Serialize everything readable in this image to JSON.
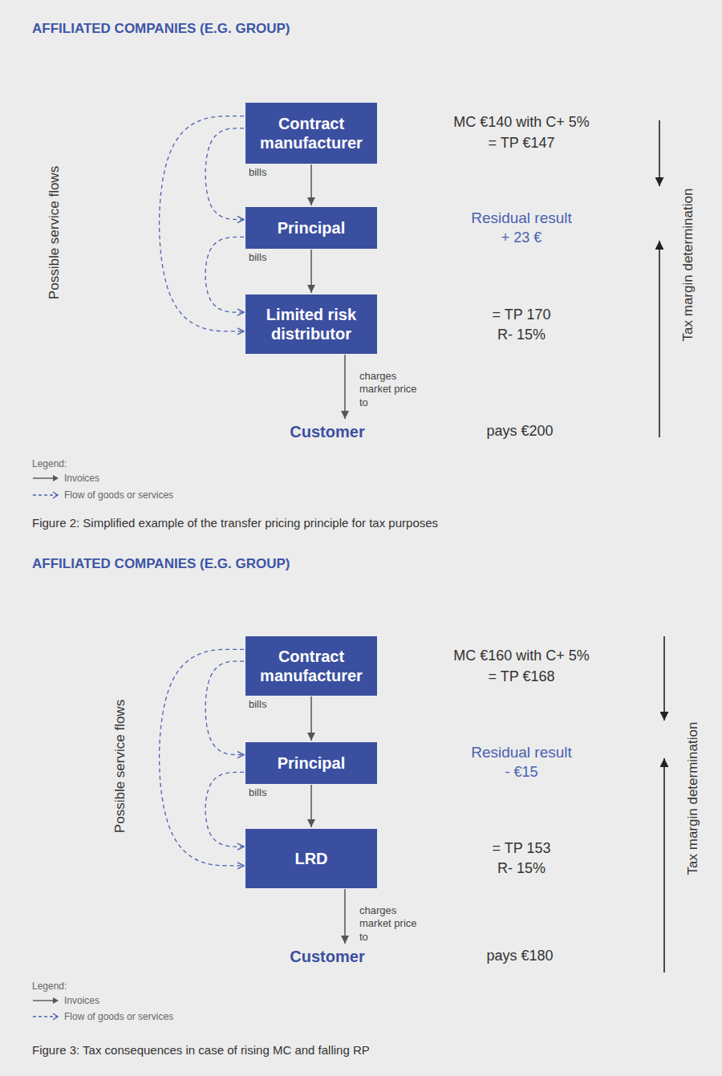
{
  "diagram": {
    "title": "AFFILIATED COMPANIES (E.G. GROUP)",
    "caption": "Figure 2: Simplified example of the transfer pricing principle for tax purposes",
    "nodes": [
      {
        "text": [
          "Contract manufacturer"
        ]
      },
      {
        "text": [
          "Principal"
        ]
      },
      {
        "text": [
          "Limited risk distributor"
        ]
      },
      {
        "text": [
          "Customer"
        ]
      },
      {
        "text": [
          "Contract manufacturer"
        ]
      },
      {
        "text": [
          "Principal"
        ]
      },
      {
        "text": [
          "LRD"
        ]
      },
      {
        "text": [
          "Customer"
        ]
      }
    ],
    "edges": [
      {
        "from": 0,
        "to": 1,
        "label": "bills",
        "arrow": "to"
      },
      {
        "from": 1,
        "to": 2,
        "label": "bills",
        "arrow": "to"
      },
      {
        "from": 2,
        "to": 3,
        "label": "charges market price to",
        "arrow": "to"
      },
      {
        "from": 0,
        "to": 1,
        "arrow": "to"
      },
      {
        "from": 0,
        "to": 2,
        "arrow": "to"
      },
      {
        "from": 1,
        "to": 2,
        "arrow": "to"
      },
      {
        "from": 4,
        "to": 5,
        "label": "bills",
        "arrow": "to"
      },
      {
        "from": 5,
        "to": 6,
        "label": "bills",
        "arrow": "to"
      },
      {
        "from": 6,
        "to": 7,
        "label": "charges market price to",
        "arrow": "to"
      },
      {
        "from": 4,
        "to": 5,
        "arrow": "to"
      },
      {
        "from": 4,
        "to": 6,
        "arrow": "to"
      },
      {
        "from": 5,
        "to": 6,
        "arrow": "to"
      }
    ],
    "labels": [
      "Possible service flows",
      "MC €140 with C+ 5%",
      "= TP €147",
      "Residual result",
      "+ 23 €",
      "= TP 170",
      "R- 15%",
      "pays €200",
      "Tax margin determination",
      "Legend:",
      "AFFILIATED COMPANIES (E.G. GROUP)",
      "Possible service flows",
      "MC €160 with C+ 5%",
      "= TP €168",
      "Residual result",
      "- €15",
      "= TP 153",
      "R- 15%",
      "pays €180",
      "Tax margin determination",
      "Legend:",
      "Figure 3: Tax consequences in case of rising MC and falling RP"
    ],
    "legend": [
      {
        "text": "Invoices"
      },
      {
        "text": "Flow of goods or services"
      },
      {
        "text": "Invoices"
      },
      {
        "text": "Flow of goods or services"
      }
    ]
  }
}
